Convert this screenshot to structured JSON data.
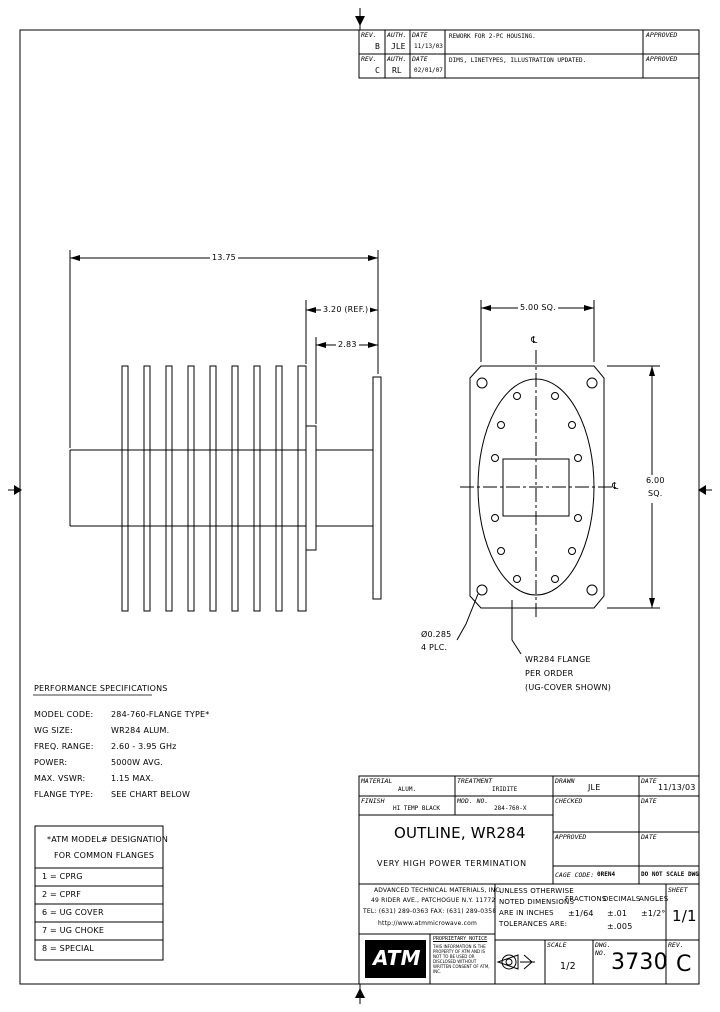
{
  "revisions": [
    {
      "rev_label": "REV.",
      "rev": "B",
      "auth_label": "AUTH.",
      "auth": "JLE",
      "date_label": "DATE",
      "date": "11/13/03",
      "description": "REWORK FOR 2-PC HOUSING.",
      "approved_label": "APPROVED"
    },
    {
      "rev_label": "REV.",
      "rev": "C",
      "auth_label": "AUTH.",
      "auth": "RL",
      "date_label": "DATE",
      "date": "02/01/07",
      "description": "DIMS, LINETYPES, ILLUSTRATION UPDATED.",
      "approved_label": "APPROVED"
    }
  ],
  "dimensions": {
    "overall_length": "13.75",
    "ref_length": "3.20 (REF.)",
    "flange_offset": "2.83",
    "flange_width": "5.00 SQ.",
    "flange_height_1": "6.00",
    "flange_height_2": "SQ.",
    "hole_dia": "Ø0.285",
    "hole_count": "4 PLC.",
    "centerline": "℄",
    "note_line1": "WR284 FLANGE",
    "note_line2": "PER ORDER",
    "note_line3": "(UG-COVER SHOWN)"
  },
  "performance": {
    "title": "PERFORMANCE SPECIFICATIONS",
    "rows": [
      {
        "label": "MODEL CODE:",
        "value": "284-760-FLANGE TYPE*"
      },
      {
        "label": "WG SIZE:",
        "value": "WR284 ALUM."
      },
      {
        "label": "FREQ. RANGE:",
        "value": "2.60 - 3.95 GHz"
      },
      {
        "label": "POWER:",
        "value": "5000W AVG."
      },
      {
        "label": "MAX. VSWR:",
        "value": "1.15 MAX."
      },
      {
        "label": "FLANGE TYPE:",
        "value": "SEE CHART BELOW"
      }
    ]
  },
  "flange_chart": {
    "header_line1": "*ATM MODEL# DESIGNATION",
    "header_line2": "FOR COMMON FLANGES",
    "rows": [
      "1 = CPRG",
      "2 = CPRF",
      "6 = UG COVER",
      "7 = UG CHOKE",
      "8 = SPECIAL"
    ]
  },
  "title_block": {
    "material_label": "MATERIAL",
    "material": "ALUM.",
    "treatment_label": "TREATMENT",
    "treatment": "IRIDITE",
    "drawn_label": "DRAWN",
    "drawn": "JLE",
    "drawn_date_label": "DATE",
    "drawn_date": "11/13/03",
    "finish_label": "FINISH",
    "finish": "HI TEMP BLACK",
    "model_label": "MOD. NO.",
    "model": "284-760-X",
    "checked_label": "CHECKED",
    "checked_date_label": "DATE",
    "title": "OUTLINE, WR284",
    "subtitle": "VERY HIGH POWER TERMINATION",
    "approved_label": "APPROVED",
    "approved_date_label": "DATE",
    "cage_label": "CAGE CODE:",
    "cage": "0REN4",
    "no_scale": "DO NOT SCALE DWG",
    "company_line1": "ADVANCED TECHNICAL MATERIALS, INC.",
    "company_line2": "49 RIDER AVE., PATCHOGUE N.Y. 11772",
    "company_line3": "TEL: (631) 289-0363  FAX: (631) 289-0358",
    "company_line4": "http://www.atmmicrowave.com",
    "proprietary_title": "PROPRIETARY NOTICE",
    "proprietary_text": "THIS INFORMATION IS THE PROPERTY OF ATM AND IS NOT TO BE USED OR DISCLOSED WITHOUT WRITTEN CONSENT OF ATM, INC.",
    "logo": "ATM",
    "tol_line1": "UNLESS OTHERWISE",
    "tol_line2": "NOTED DIMENSIONS",
    "tol_line3": "ARE IN INCHES",
    "tol_line4": "TOLERANCES ARE:",
    "fractions_label": "FRACTIONS",
    "fractions": "±1/64",
    "decimals_label": "DECIMALS",
    "decimals_1": "±.01",
    "decimals_2": "±.005",
    "angles_label": "ANGLES",
    "angles": "±1/2°",
    "sheet_label": "SHEET",
    "sheet": "1/1",
    "scale_label": "SCALE",
    "scale": "1/2",
    "dwg_label_1": "DWG.",
    "dwg_label_2": "NO.",
    "dwg_no": "3730",
    "rev_label": "REV.",
    "rev": "C"
  }
}
